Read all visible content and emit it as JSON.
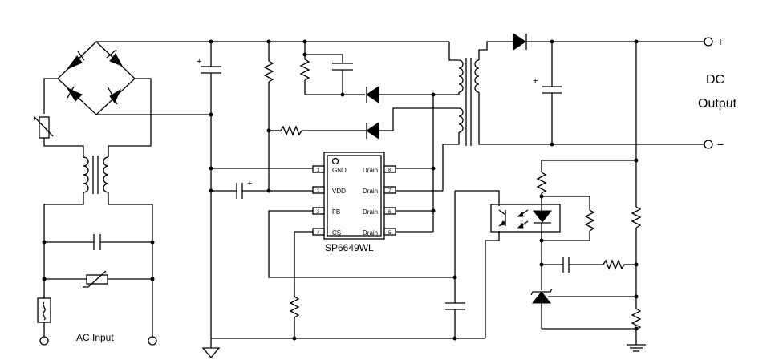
{
  "chip": {
    "name": "SP6649WL",
    "pins": [
      {
        "num": "1",
        "label": "GND"
      },
      {
        "num": "2",
        "label": "VDD"
      },
      {
        "num": "3",
        "label": "FB"
      },
      {
        "num": "4",
        "label": "CS"
      },
      {
        "num": "8",
        "label": "Drain"
      },
      {
        "num": "7",
        "label": "Drain"
      },
      {
        "num": "6",
        "label": "Drain"
      },
      {
        "num": "5",
        "label": "Drain"
      }
    ]
  },
  "labels": {
    "dc_line1": "DC",
    "dc_line2": "Output",
    "ac_input": "AC Input",
    "plus": "+",
    "minus": "−"
  }
}
